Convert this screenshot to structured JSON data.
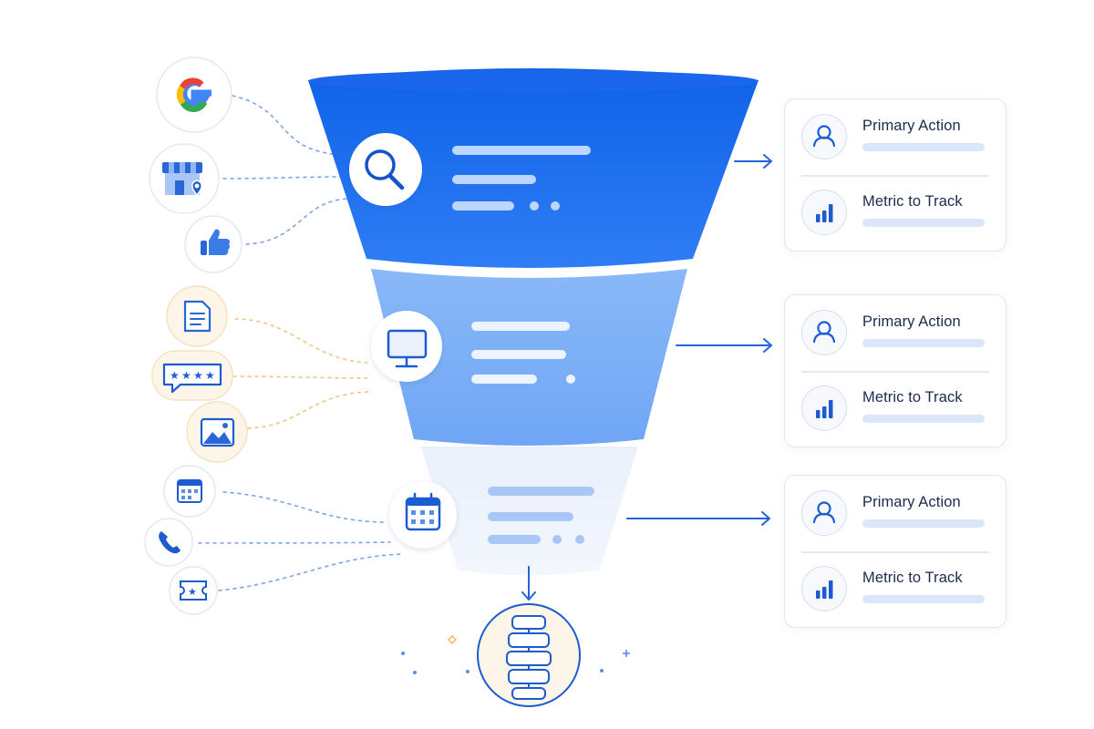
{
  "diagram": {
    "stages": [
      {
        "stage_icon": "magnifier-icon",
        "input_icons": [
          "google-icon",
          "store-location-icon",
          "thumbs-up-icon"
        ],
        "card": {
          "rows": [
            {
              "icon": "user-icon",
              "label": "Primary Action"
            },
            {
              "icon": "bar-chart-icon",
              "label": "Metric to Track"
            }
          ]
        }
      },
      {
        "stage_icon": "monitor-icon",
        "input_icons": [
          "document-icon",
          "star-review-icon",
          "image-icon"
        ],
        "card": {
          "rows": [
            {
              "icon": "user-icon",
              "label": "Primary Action"
            },
            {
              "icon": "bar-chart-icon",
              "label": "Metric to Track"
            }
          ]
        }
      },
      {
        "stage_icon": "calendar-icon",
        "input_icons": [
          "calendar-icon",
          "phone-icon",
          "ticket-icon"
        ],
        "card": {
          "rows": [
            {
              "icon": "user-icon",
              "label": "Primary Action"
            },
            {
              "icon": "bar-chart-icon",
              "label": "Metric to Track"
            }
          ]
        }
      }
    ],
    "outcome_icon": "spine-icon",
    "colors": {
      "stage1": "#1f6fee",
      "stage2": "#7fb0f7",
      "stage3": "#e8effb",
      "accent": "#1a5fd6",
      "warm_icon_bg": "#fdf6e8"
    }
  }
}
